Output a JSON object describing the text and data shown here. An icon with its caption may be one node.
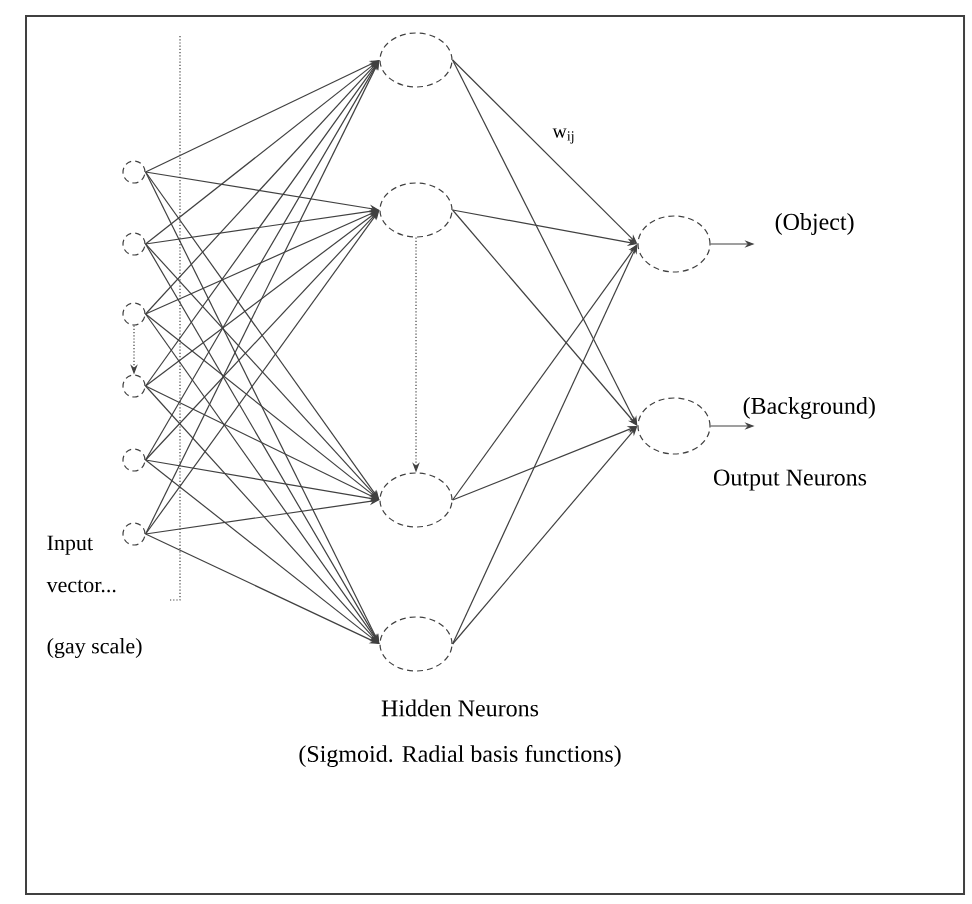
{
  "diagram": {
    "nodes": [
      {
        "text": [],
        "shape": "circle"
      },
      {
        "text": [],
        "shape": "circle"
      },
      {
        "text": [],
        "shape": "circle"
      },
      {
        "text": [],
        "shape": "circle"
      },
      {
        "text": [],
        "shape": "circle"
      },
      {
        "text": [],
        "shape": "circle"
      },
      {
        "text": [],
        "shape": "circle"
      },
      {
        "text": [],
        "shape": "circle"
      },
      {
        "text": [],
        "shape": "circle"
      },
      {
        "text": [],
        "shape": "circle"
      },
      {
        "text": [],
        "shape": "circle",
        "beside": [
          "(Object)"
        ]
      },
      {
        "text": [],
        "shape": "circle",
        "beside": [
          "(Background)"
        ]
      }
    ],
    "edges": [
      {
        "from": 0,
        "to": 6,
        "arrow": "to"
      },
      {
        "from": 0,
        "to": 7,
        "arrow": "to"
      },
      {
        "from": 0,
        "to": 8,
        "arrow": "to"
      },
      {
        "from": 0,
        "to": 9,
        "arrow": "to"
      },
      {
        "from": 1,
        "to": 6,
        "arrow": "to"
      },
      {
        "from": 1,
        "to": 7,
        "arrow": "to"
      },
      {
        "from": 1,
        "to": 8,
        "arrow": "to"
      },
      {
        "from": 1,
        "to": 9,
        "arrow": "to"
      },
      {
        "from": 2,
        "to": 6,
        "arrow": "to"
      },
      {
        "from": 2,
        "to": 7,
        "arrow": "to"
      },
      {
        "from": 2,
        "to": 8,
        "arrow": "to"
      },
      {
        "from": 2,
        "to": 9,
        "arrow": "to"
      },
      {
        "from": 3,
        "to": 6,
        "arrow": "to"
      },
      {
        "from": 3,
        "to": 7,
        "arrow": "to"
      },
      {
        "from": 3,
        "to": 8,
        "arrow": "to"
      },
      {
        "from": 3,
        "to": 9,
        "arrow": "to"
      },
      {
        "from": 4,
        "to": 6,
        "arrow": "to"
      },
      {
        "from": 4,
        "to": 7,
        "arrow": "to"
      },
      {
        "from": 4,
        "to": 8,
        "arrow": "to"
      },
      {
        "from": 4,
        "to": 9,
        "arrow": "to"
      },
      {
        "from": 5,
        "to": 6,
        "arrow": "to"
      },
      {
        "from": 5,
        "to": 7,
        "arrow": "to"
      },
      {
        "from": 5,
        "to": 8,
        "arrow": "to"
      },
      {
        "from": 5,
        "to": 9,
        "arrow": "to"
      },
      {
        "from": 6,
        "to": 10,
        "arrow": "to"
      },
      {
        "from": 6,
        "to": 11,
        "arrow": "to"
      },
      {
        "from": 7,
        "to": 10,
        "arrow": "to"
      },
      {
        "from": 7,
        "to": 11,
        "arrow": "to"
      },
      {
        "from": 8,
        "to": 10,
        "arrow": "to"
      },
      {
        "from": 8,
        "to": 11,
        "arrow": "to"
      },
      {
        "from": 9,
        "to": 10,
        "arrow": "to"
      },
      {
        "from": 9,
        "to": 11,
        "arrow": "to"
      },
      {
        "from": 10,
        "to": null,
        "arrow": "to"
      },
      {
        "from": 11,
        "to": null,
        "arrow": "to"
      },
      {
        "from": 2,
        "to": 3,
        "arrow": "to",
        "style": "dashed"
      },
      {
        "from": 7,
        "to": 8,
        "arrow": "to",
        "style": "dashed"
      }
    ],
    "labels": [
      "w$_{ij}$",
      "Input vector...",
      "(gay scale)",
      "Hidden Neurons",
      "(Sigmoid. Radial basis functions)",
      "Output Neurons"
    ]
  }
}
